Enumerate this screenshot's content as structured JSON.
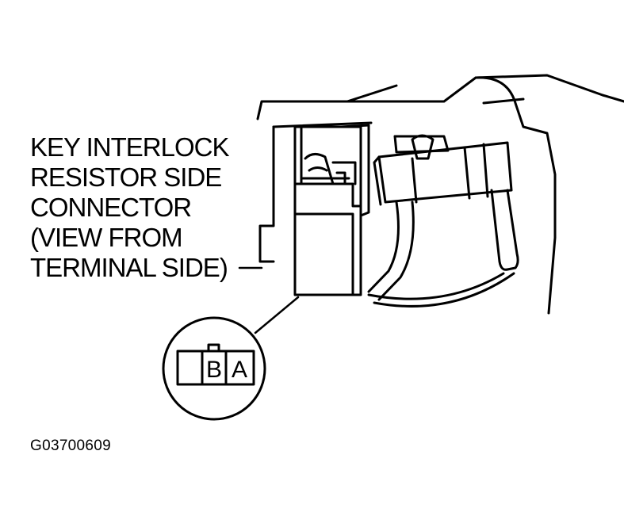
{
  "callout": {
    "lines": [
      "KEY INTERLOCK",
      "RESISTOR SIDE",
      "CONNECTOR",
      "(VIEW FROM",
      "TERMINAL SIDE)"
    ]
  },
  "connector_face": {
    "pins": [
      "B",
      "A"
    ]
  },
  "figure_id": "G03700609"
}
